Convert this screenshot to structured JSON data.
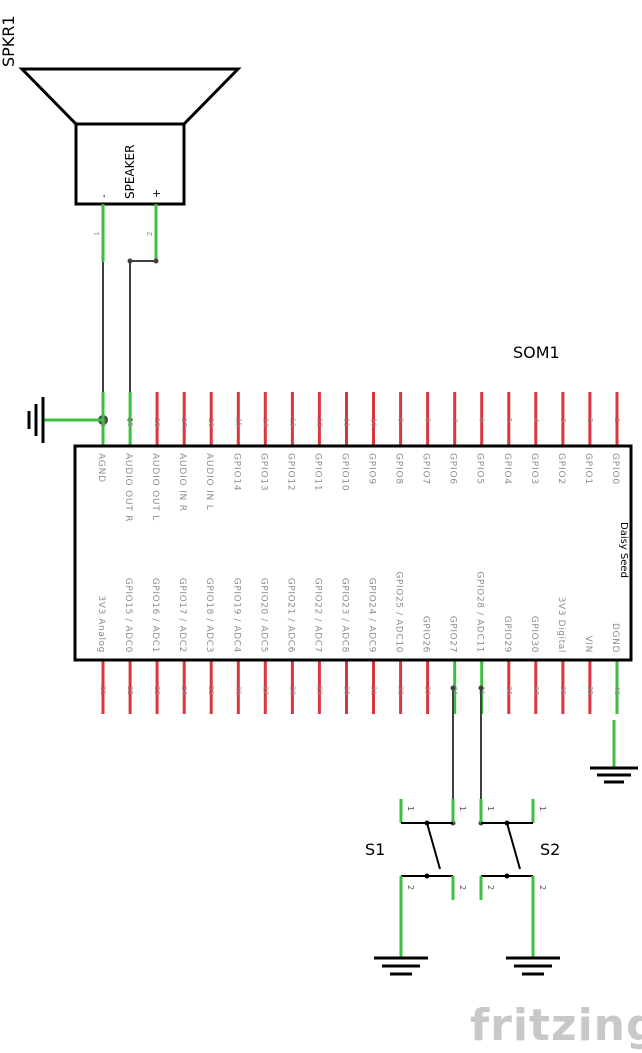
{
  "speaker": {
    "ref": "SPKR1",
    "label": "SPEAKER",
    "minus": "-",
    "plus": "+",
    "pin1": "1",
    "pin2": "2"
  },
  "som": {
    "ref": "SOM1",
    "name": "Daisy Seed",
    "top_pins": [
      {
        "num": "20",
        "label": "AGND"
      },
      {
        "num": "19",
        "label": "AUDIO OUT R"
      },
      {
        "num": "18",
        "label": "AUDIO OUT L"
      },
      {
        "num": "17",
        "label": "AUDIO IN R"
      },
      {
        "num": "16",
        "label": "AUDIO IN L"
      },
      {
        "num": "15",
        "label": "GPIO14"
      },
      {
        "num": "14",
        "label": "GPIO13"
      },
      {
        "num": "13",
        "label": "GPIO12"
      },
      {
        "num": "12",
        "label": "GPIO11"
      },
      {
        "num": "11",
        "label": "GPIO10"
      },
      {
        "num": "10",
        "label": "GPIO9"
      },
      {
        "num": "9",
        "label": "GPIO8"
      },
      {
        "num": "8",
        "label": "GPIO7"
      },
      {
        "num": "7",
        "label": "GPIO6"
      },
      {
        "num": "6",
        "label": "GPIO5"
      },
      {
        "num": "5",
        "label": "GPIO4"
      },
      {
        "num": "4",
        "label": "GPIO3"
      },
      {
        "num": "3",
        "label": "GPIO2"
      },
      {
        "num": "2",
        "label": "GPIO1"
      },
      {
        "num": "1",
        "label": "GPIO0"
      }
    ],
    "bottom_pins": [
      {
        "num": "21",
        "label": "3V3 Analog"
      },
      {
        "num": "22",
        "label": "GPIO15 / ADC0"
      },
      {
        "num": "23",
        "label": "GPIO16 / ADC1"
      },
      {
        "num": "24",
        "label": "GPIO17 / ADC2"
      },
      {
        "num": "25",
        "label": "GPIO18 / ADC3"
      },
      {
        "num": "26",
        "label": "GPIO19 / ADC4"
      },
      {
        "num": "27",
        "label": "GPIO20 / ADC5"
      },
      {
        "num": "28",
        "label": "GPIO21 / ADC6"
      },
      {
        "num": "29",
        "label": "GPIO22 / ADC7"
      },
      {
        "num": "30",
        "label": "GPIO23 / ADC8"
      },
      {
        "num": "31",
        "label": "GPIO24 / ADC9"
      },
      {
        "num": "32",
        "label": "GPIO25 / ADC10"
      },
      {
        "num": "33",
        "label": "GPIO26"
      },
      {
        "num": "34",
        "label": "GPIO27"
      },
      {
        "num": "35",
        "label": "GPIO28 / ADC11"
      },
      {
        "num": "36",
        "label": "GPIO29"
      },
      {
        "num": "37",
        "label": "GPIO30"
      },
      {
        "num": "38",
        "label": "3V3 Digital"
      },
      {
        "num": "39",
        "label": "VIN"
      },
      {
        "num": "40",
        "label": "DGND"
      }
    ]
  },
  "switches": [
    {
      "ref": "S1",
      "pin1a": "1",
      "pin1b": "1",
      "pin2a": "2",
      "pin2b": "2"
    },
    {
      "ref": "S2",
      "pin1a": "1",
      "pin1b": "1",
      "pin2a": "2",
      "pin2b": "2"
    }
  ],
  "watermark": "fritzing",
  "colors": {
    "pin_unconnected": "#d9363e",
    "pin_connected": "#3fbf3f",
    "wire": "#404040",
    "outline": "#000000",
    "label_gray": "#8c8c8c"
  }
}
